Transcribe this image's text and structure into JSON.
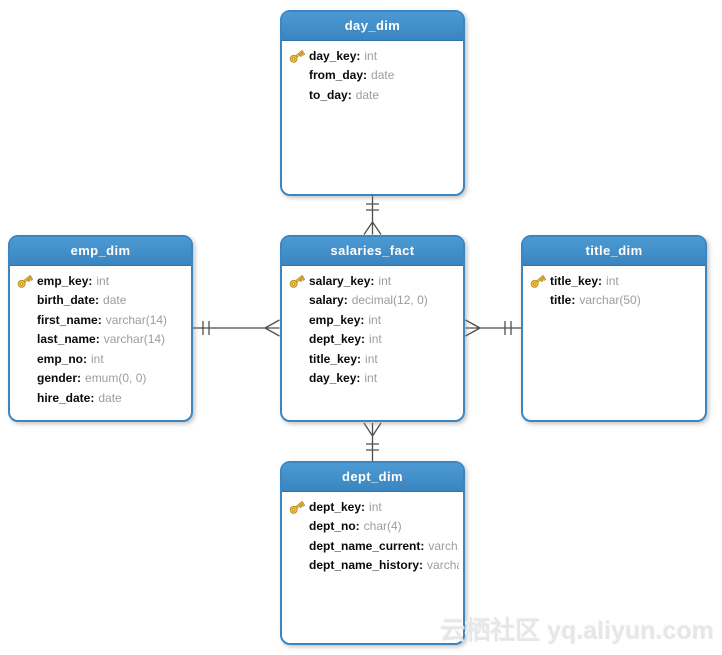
{
  "diagram": {
    "watermark": "云栖社区 yq.aliyun.com",
    "colors": {
      "header_blue": "#3f8dca",
      "border_blue": "#3b86c1",
      "field_name_color": "#0a0a0a",
      "field_type_color": "#9d9d9d",
      "connector_color": "#4f4f4f",
      "key_gold": "#f4c33f"
    },
    "tables": [
      {
        "title": "day_dim",
        "fields": [
          {
            "name": "day_key",
            "type": "int",
            "primary_key": true
          },
          {
            "name": "from_day",
            "type": "date",
            "primary_key": false
          },
          {
            "name": "to_day",
            "type": "date",
            "primary_key": false
          }
        ]
      },
      {
        "title": "emp_dim",
        "fields": [
          {
            "name": "emp_key",
            "type": "int",
            "primary_key": true
          },
          {
            "name": "birth_date",
            "type": "date",
            "primary_key": false
          },
          {
            "name": "first_name",
            "type": "varchar(14)",
            "primary_key": false
          },
          {
            "name": "last_name",
            "type": "varchar(14)",
            "primary_key": false
          },
          {
            "name": "emp_no",
            "type": "int",
            "primary_key": false
          },
          {
            "name": "gender",
            "type": "emum(0, 0)",
            "primary_key": false
          },
          {
            "name": "hire_date",
            "type": "date",
            "primary_key": false
          }
        ]
      },
      {
        "title": "salaries_fact",
        "fields": [
          {
            "name": "salary_key",
            "type": "int",
            "primary_key": true
          },
          {
            "name": "salary",
            "type": "decimal(12, 0)",
            "primary_key": false
          },
          {
            "name": "emp_key",
            "type": "int",
            "primary_key": false
          },
          {
            "name": "dept_key",
            "type": "int",
            "primary_key": false
          },
          {
            "name": "title_key",
            "type": "int",
            "primary_key": false
          },
          {
            "name": "day_key",
            "type": "int",
            "primary_key": false
          }
        ]
      },
      {
        "title": "title_dim",
        "fields": [
          {
            "name": "title_key",
            "type": "int",
            "primary_key": true
          },
          {
            "name": "title",
            "type": "varchar(50)",
            "primary_key": false
          }
        ]
      },
      {
        "title": "dept_dim",
        "fields": [
          {
            "name": "dept_key",
            "type": "int",
            "primary_key": true
          },
          {
            "name": "dept_no",
            "type": "char(4)",
            "primary_key": false
          },
          {
            "name": "dept_name_current",
            "type": "varch...",
            "primary_key": false
          },
          {
            "name": "dept_name_history",
            "type": "varcha...",
            "primary_key": false
          }
        ]
      }
    ],
    "relationships": [
      {
        "from": "day_dim",
        "to": "salaries_fact",
        "from_cardinality": "one (double bar)",
        "to_cardinality": "many (crow's foot)"
      },
      {
        "from": "emp_dim",
        "to": "salaries_fact",
        "from_cardinality": "one (double bar)",
        "to_cardinality": "many (crow's foot)"
      },
      {
        "from": "title_dim",
        "to": "salaries_fact",
        "from_cardinality": "one (double bar)",
        "to_cardinality": "many (crow's foot)"
      },
      {
        "from": "dept_dim",
        "to": "salaries_fact",
        "from_cardinality": "one (double bar)",
        "to_cardinality": "many (crow's foot)"
      }
    ]
  }
}
